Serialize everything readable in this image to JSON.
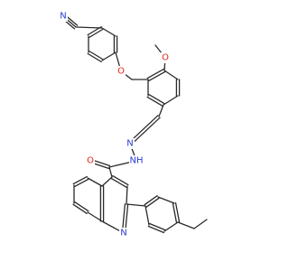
{
  "atoms": {
    "n_nitrile": {
      "text": "N",
      "color": "#2a3cd6"
    },
    "o_ether": {
      "text": "O",
      "color": "#e0261c"
    },
    "o_methoxy": {
      "text": "O",
      "color": "#e0261c"
    },
    "n_hydrazone": {
      "text": "N",
      "color": "#2a3cd6"
    },
    "nh_hydrazide": {
      "text": "NH",
      "color": "#2a3cd6"
    },
    "o_carbonyl": {
      "text": "O",
      "color": "#e0261c"
    },
    "n_quinoline": {
      "text": "N",
      "color": "#2a3cd6"
    }
  }
}
